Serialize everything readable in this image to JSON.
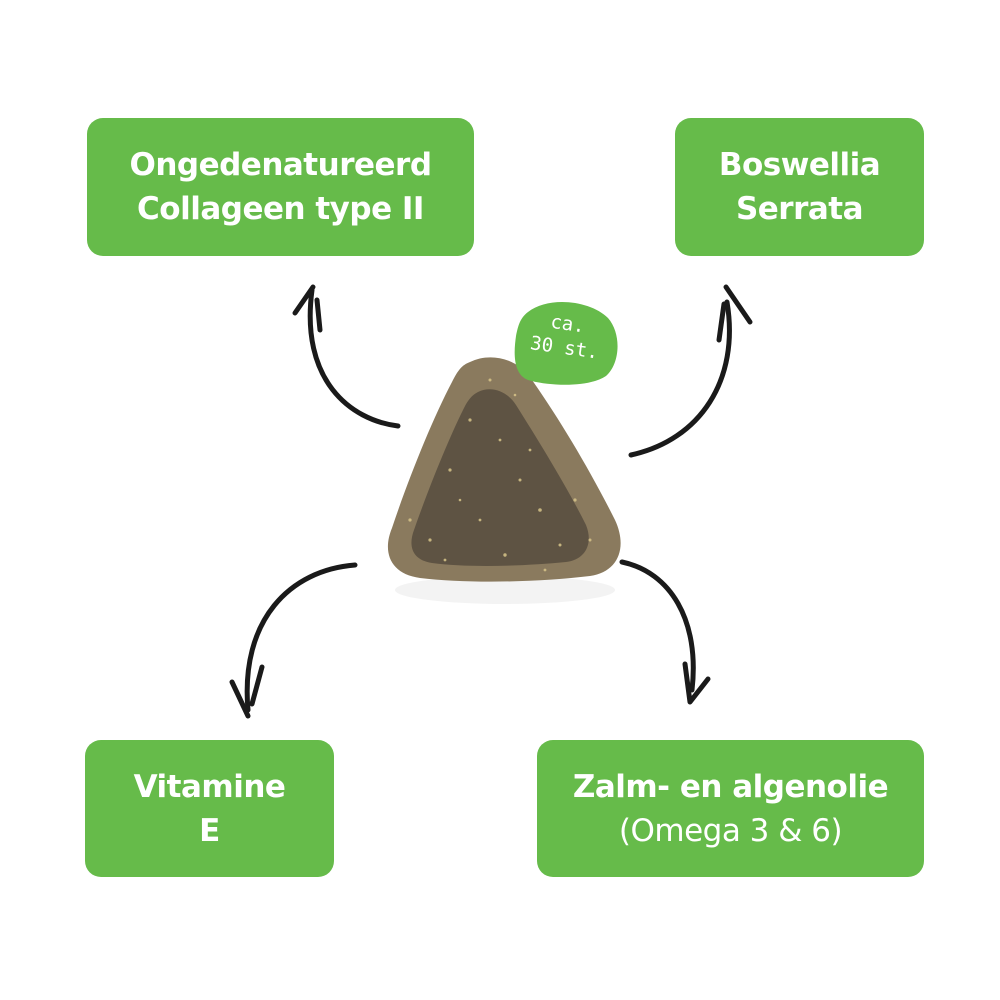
{
  "diagram": {
    "center_item": {
      "label": "product-chew",
      "shape": "triangle"
    },
    "badge": {
      "line1": "ca.",
      "line2": "30 st.",
      "color": "#66bb4a"
    },
    "ingredients": [
      {
        "position": "top-left",
        "lines": [
          "Ongedenatureerd",
          "Collageen type II"
        ]
      },
      {
        "position": "top-right",
        "lines": [
          "Boswellia",
          "Serrata"
        ]
      },
      {
        "position": "bottom-left",
        "lines": [
          "Vitamine",
          "E"
        ]
      },
      {
        "position": "bottom-right",
        "lines": [
          "Zalm- en algenolie",
          "(Omega 3 & 6)"
        ]
      }
    ],
    "colors": {
      "box": "#66bb4a",
      "text": "#ffffff",
      "arrow": "#1a1a1a"
    }
  }
}
